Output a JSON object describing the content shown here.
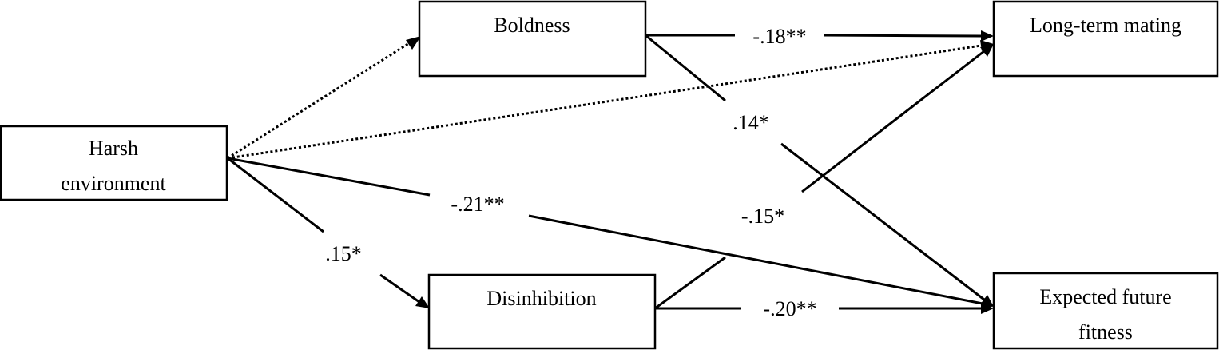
{
  "nodes": {
    "harsh": {
      "lines": [
        "Harsh",
        "environment"
      ]
    },
    "boldness": {
      "lines": [
        "Boldness"
      ]
    },
    "disinhib": {
      "lines": [
        "Disinhibition"
      ]
    },
    "longterm": {
      "lines": [
        "Long-term mating"
      ]
    },
    "fitness": {
      "lines": [
        "Expected future",
        "fitness"
      ]
    }
  },
  "edges": {
    "harsh_boldness": {
      "label": "",
      "style": "dotted"
    },
    "harsh_longterm": {
      "label": "",
      "style": "dotted"
    },
    "harsh_fitness": {
      "label": "-.21**",
      "style": "solid"
    },
    "harsh_disinhib": {
      "label": ".15*",
      "style": "solid"
    },
    "boldness_longterm": {
      "label": "-.18**",
      "style": "solid"
    },
    "boldness_fitness": {
      "label": ".14*",
      "style": "solid"
    },
    "disinhib_longterm": {
      "label": "-.15*",
      "style": "solid"
    },
    "disinhib_fitness": {
      "label": "-.20**",
      "style": "solid"
    }
  },
  "colors": {
    "ink": "#000000",
    "background": "#ffffff"
  }
}
